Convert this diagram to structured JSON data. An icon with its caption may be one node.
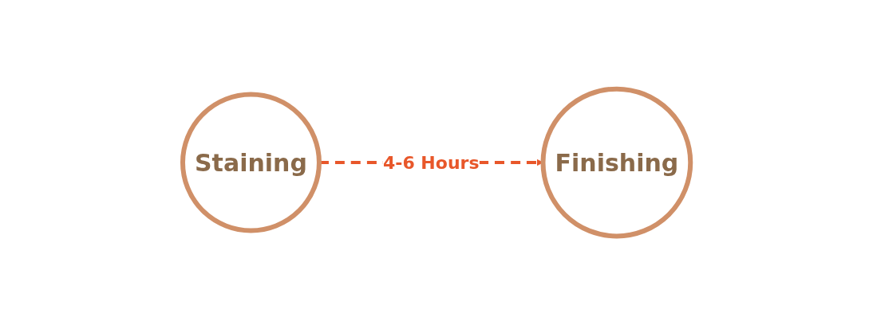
{
  "diagram": {
    "nodes": [
      {
        "text": [
          "Staining"
        ]
      },
      {
        "text": [
          "Finishing"
        ]
      }
    ],
    "edges": [
      {
        "from": 0,
        "to": 1,
        "arrow": "to",
        "label": "4-6 Hours",
        "style": "dashed",
        "color": "#e8572a"
      }
    ]
  }
}
